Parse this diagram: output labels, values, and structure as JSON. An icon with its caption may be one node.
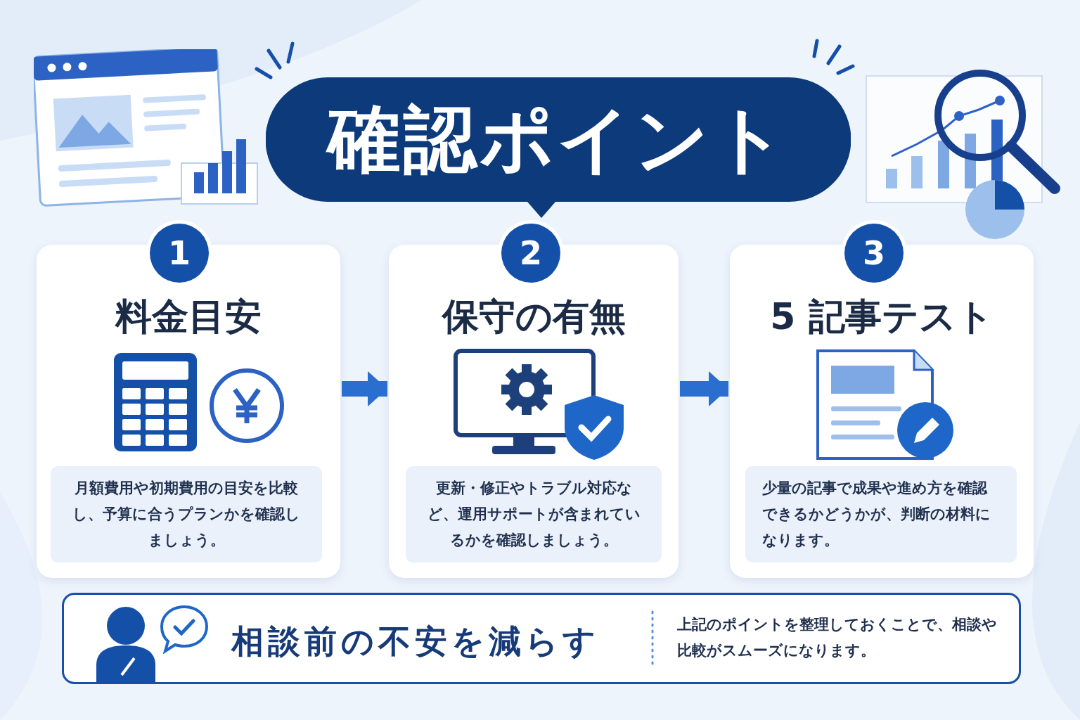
{
  "diagram": {
    "nodes": [
      {
        "text": [
          "確認ポイント"
        ]
      },
      {
        "text": [
          "料金目安"
        ]
      },
      {
        "text": [
          "1"
        ]
      },
      {
        "text": [
          "月額費用や初期費用の目安を比較し、予算に合うプランかを確認しましょう。"
        ],
        "in": 1
      },
      {
        "text": [
          "保守の有無"
        ]
      },
      {
        "text": [
          "2"
        ]
      },
      {
        "text": [
          "更新・修正やトラブル対応など、運用サポートが含まれているかを確認しましょう。"
        ],
        "in": 4
      },
      {
        "text": [
          "5 記事テスト"
        ]
      },
      {
        "text": [
          "3"
        ]
      },
      {
        "text": [
          "少量の記事で成果や進め方を確認できるかどうかが、判断の材料になります。"
        ],
        "in": 7
      },
      {
        "text": [
          "相談前の不安を減らす",
          "上記のポイントを整理しておくことで、相談や比較がスムーズになります。"
        ]
      }
    ],
    "edges": [
      {
        "from": 1,
        "to": 4,
        "arrow": "to"
      },
      {
        "from": 4,
        "to": 7,
        "arrow": "to"
      }
    ]
  }
}
